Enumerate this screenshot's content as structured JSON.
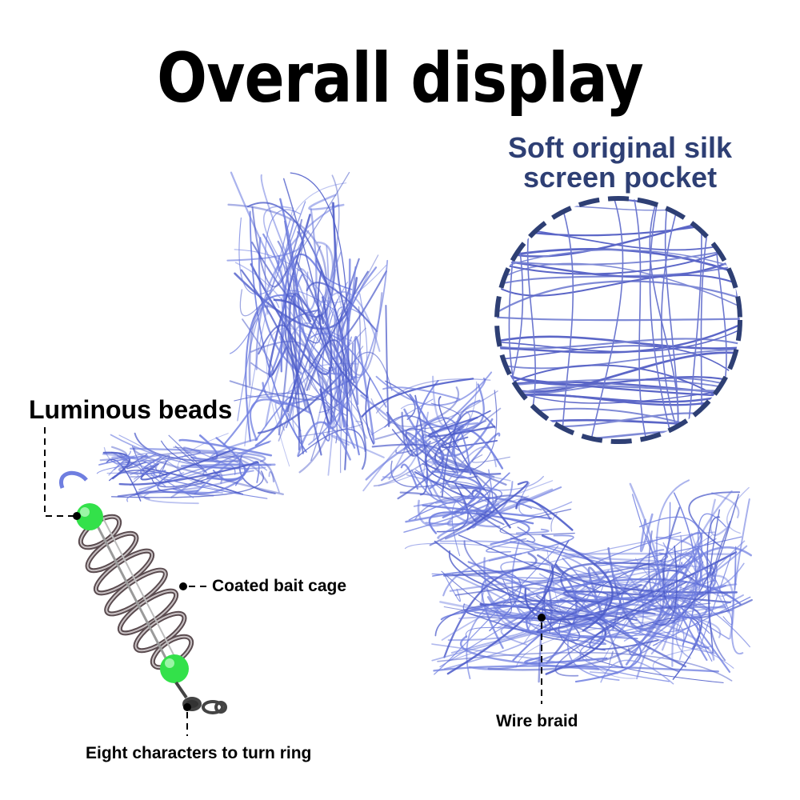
{
  "title": "Overall display",
  "subtitle": {
    "line1": "Soft original silk",
    "line2": "screen pocket"
  },
  "labels": {
    "luminous_beads": "Luminous beads",
    "coated_bait_cage": "Coated bait cage",
    "wire_braid": "Wire braid",
    "swivel": "Eight characters to turn ring"
  },
  "colors": {
    "net": "#6f7ee0",
    "net_dark": "#4d5cc9",
    "zoom_border": "#2e3f74",
    "bead": "#33e14a",
    "subtitle_text": "#2e3f74"
  },
  "icons": [
    "cast-net",
    "magnifier-circle",
    "spring-bait-cage",
    "luminous-bead",
    "swivel"
  ]
}
